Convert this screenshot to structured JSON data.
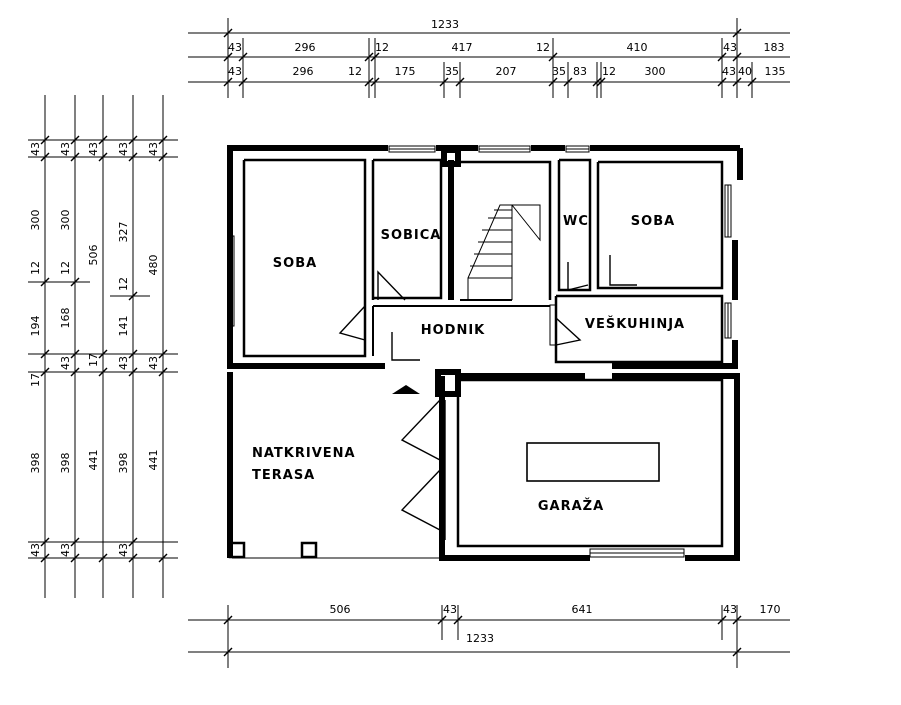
{
  "top_dimensions": {
    "overall": "1233",
    "row1": [
      "43",
      "296",
      "12",
      "417",
      "12",
      "410",
      "43",
      "183"
    ],
    "row2": [
      "43",
      "296",
      "12",
      "175",
      "35",
      "207",
      "35",
      "83",
      "12",
      "300",
      "43",
      "40",
      "135"
    ]
  },
  "bottom_dimensions": {
    "row1": [
      "506",
      "43",
      "641",
      "43",
      "170"
    ],
    "overall": "1233"
  },
  "left_dimensions": {
    "col1": [
      "43",
      "300",
      "12",
      "194",
      "17",
      "398",
      "43"
    ],
    "col2": [
      "43",
      "300",
      "12",
      "168",
      "43",
      "398",
      "43"
    ],
    "col3": [
      "43",
      "506",
      "17",
      "441"
    ],
    "col4": [
      "43",
      "327",
      "12",
      "141",
      "43",
      "398",
      "43"
    ],
    "col5": [
      "43",
      "480",
      "43",
      "441"
    ]
  },
  "rooms": {
    "soba_left": "SOBA",
    "sobica": "SOBICA",
    "wc": "WC",
    "soba_right": "SOBA",
    "hodnik": "HODNIK",
    "veskuhinja": "VEŠKUHINJA",
    "terasa_line1": "NATKRIVENA",
    "terasa_line2": "TERASA",
    "garaza": "GARAŽA"
  }
}
